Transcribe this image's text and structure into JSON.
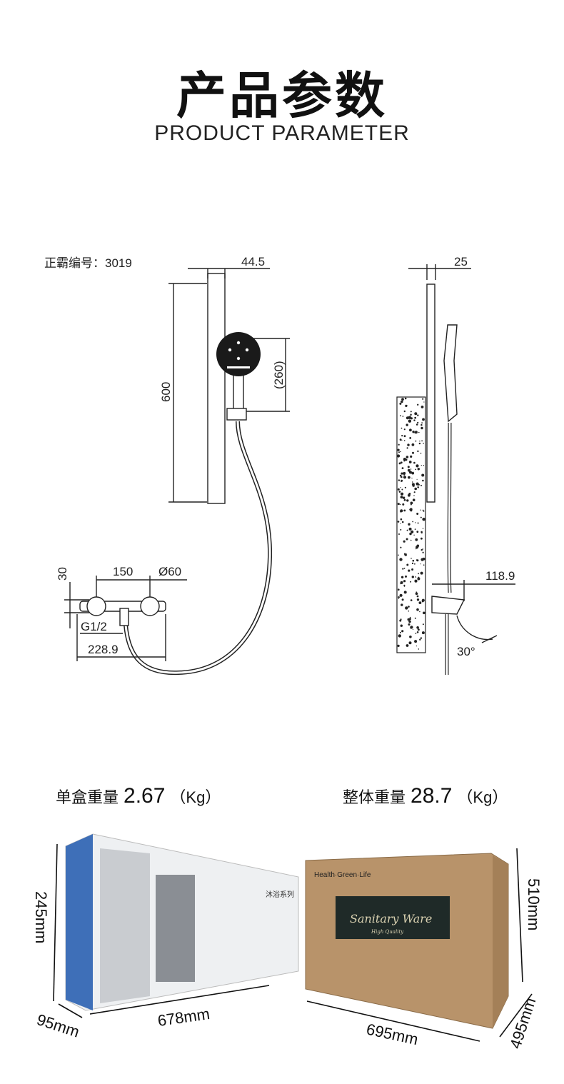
{
  "header": {
    "title_cn": "产品参数",
    "title_en": "PRODUCT PARAMETER"
  },
  "drawing": {
    "model_label": "正霸编号：3019",
    "dims": {
      "bar_width": "44.5",
      "bar_height": "600",
      "head_height": "(260)",
      "side_width": "25",
      "mixer_height": "30",
      "mixer_spacing": "150",
      "mixer_dia": "Ø60",
      "thread": "G1/2",
      "mixer_length": "228.9",
      "projection": "118.9",
      "angle": "30°"
    }
  },
  "weights": {
    "single": {
      "label": "单盒重量",
      "value": "2.67",
      "unit": "（Kg）"
    },
    "total": {
      "label": "整体重量",
      "value": "28.7",
      "unit": "（Kg）"
    }
  },
  "boxes": {
    "small": {
      "height": "245mm",
      "length": "678mm",
      "depth": "95mm",
      "print_text": "沐浴系列"
    },
    "large": {
      "height": "510mm",
      "length": "695mm",
      "depth": "495mm",
      "brand_line": "Health·Green·Life",
      "logo_text": "Sanitary Ware",
      "logo_sub": "High Quality"
    }
  },
  "colors": {
    "line": "#222222",
    "carton": "#b8936a",
    "box_blue": "#3e6fb8",
    "box_white": "#eef0f2"
  }
}
